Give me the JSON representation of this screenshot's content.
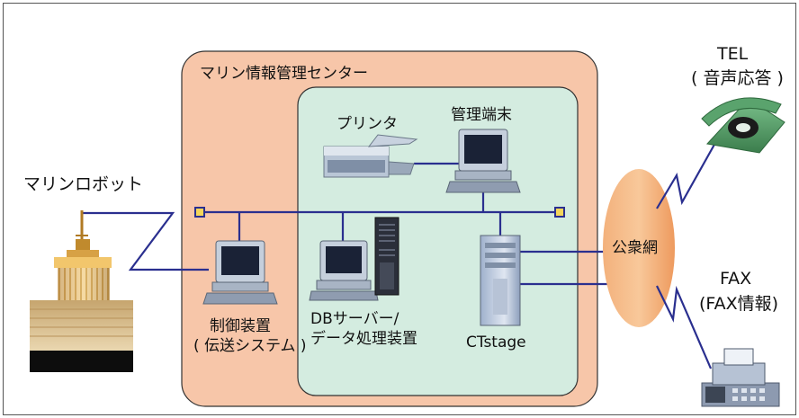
{
  "center_title": "マリン情報管理センター",
  "marine_robot": "マリンロボット",
  "printer": "プリンタ",
  "terminal": "管理端末",
  "controller_l1": "制御装置",
  "controller_l2": "( 伝送システム )",
  "db_l1": "DBサーバー/",
  "db_l2": "データ処理装置",
  "ctstage": "CTstage",
  "public_network": "公衆網",
  "tel_l1": "TEL",
  "tel_l2": "( 音声応答 )",
  "fax_l1": "FAX",
  "fax_l2": "(FAX情報)",
  "colors": {
    "outer_box": "#f7c6a9",
    "inner_box": "#d4ece0",
    "bus_line": "#2a2f8f",
    "cloud": "#f0a066",
    "phone_green": "#4f9b63",
    "robot_gold": "#d09a3a"
  }
}
